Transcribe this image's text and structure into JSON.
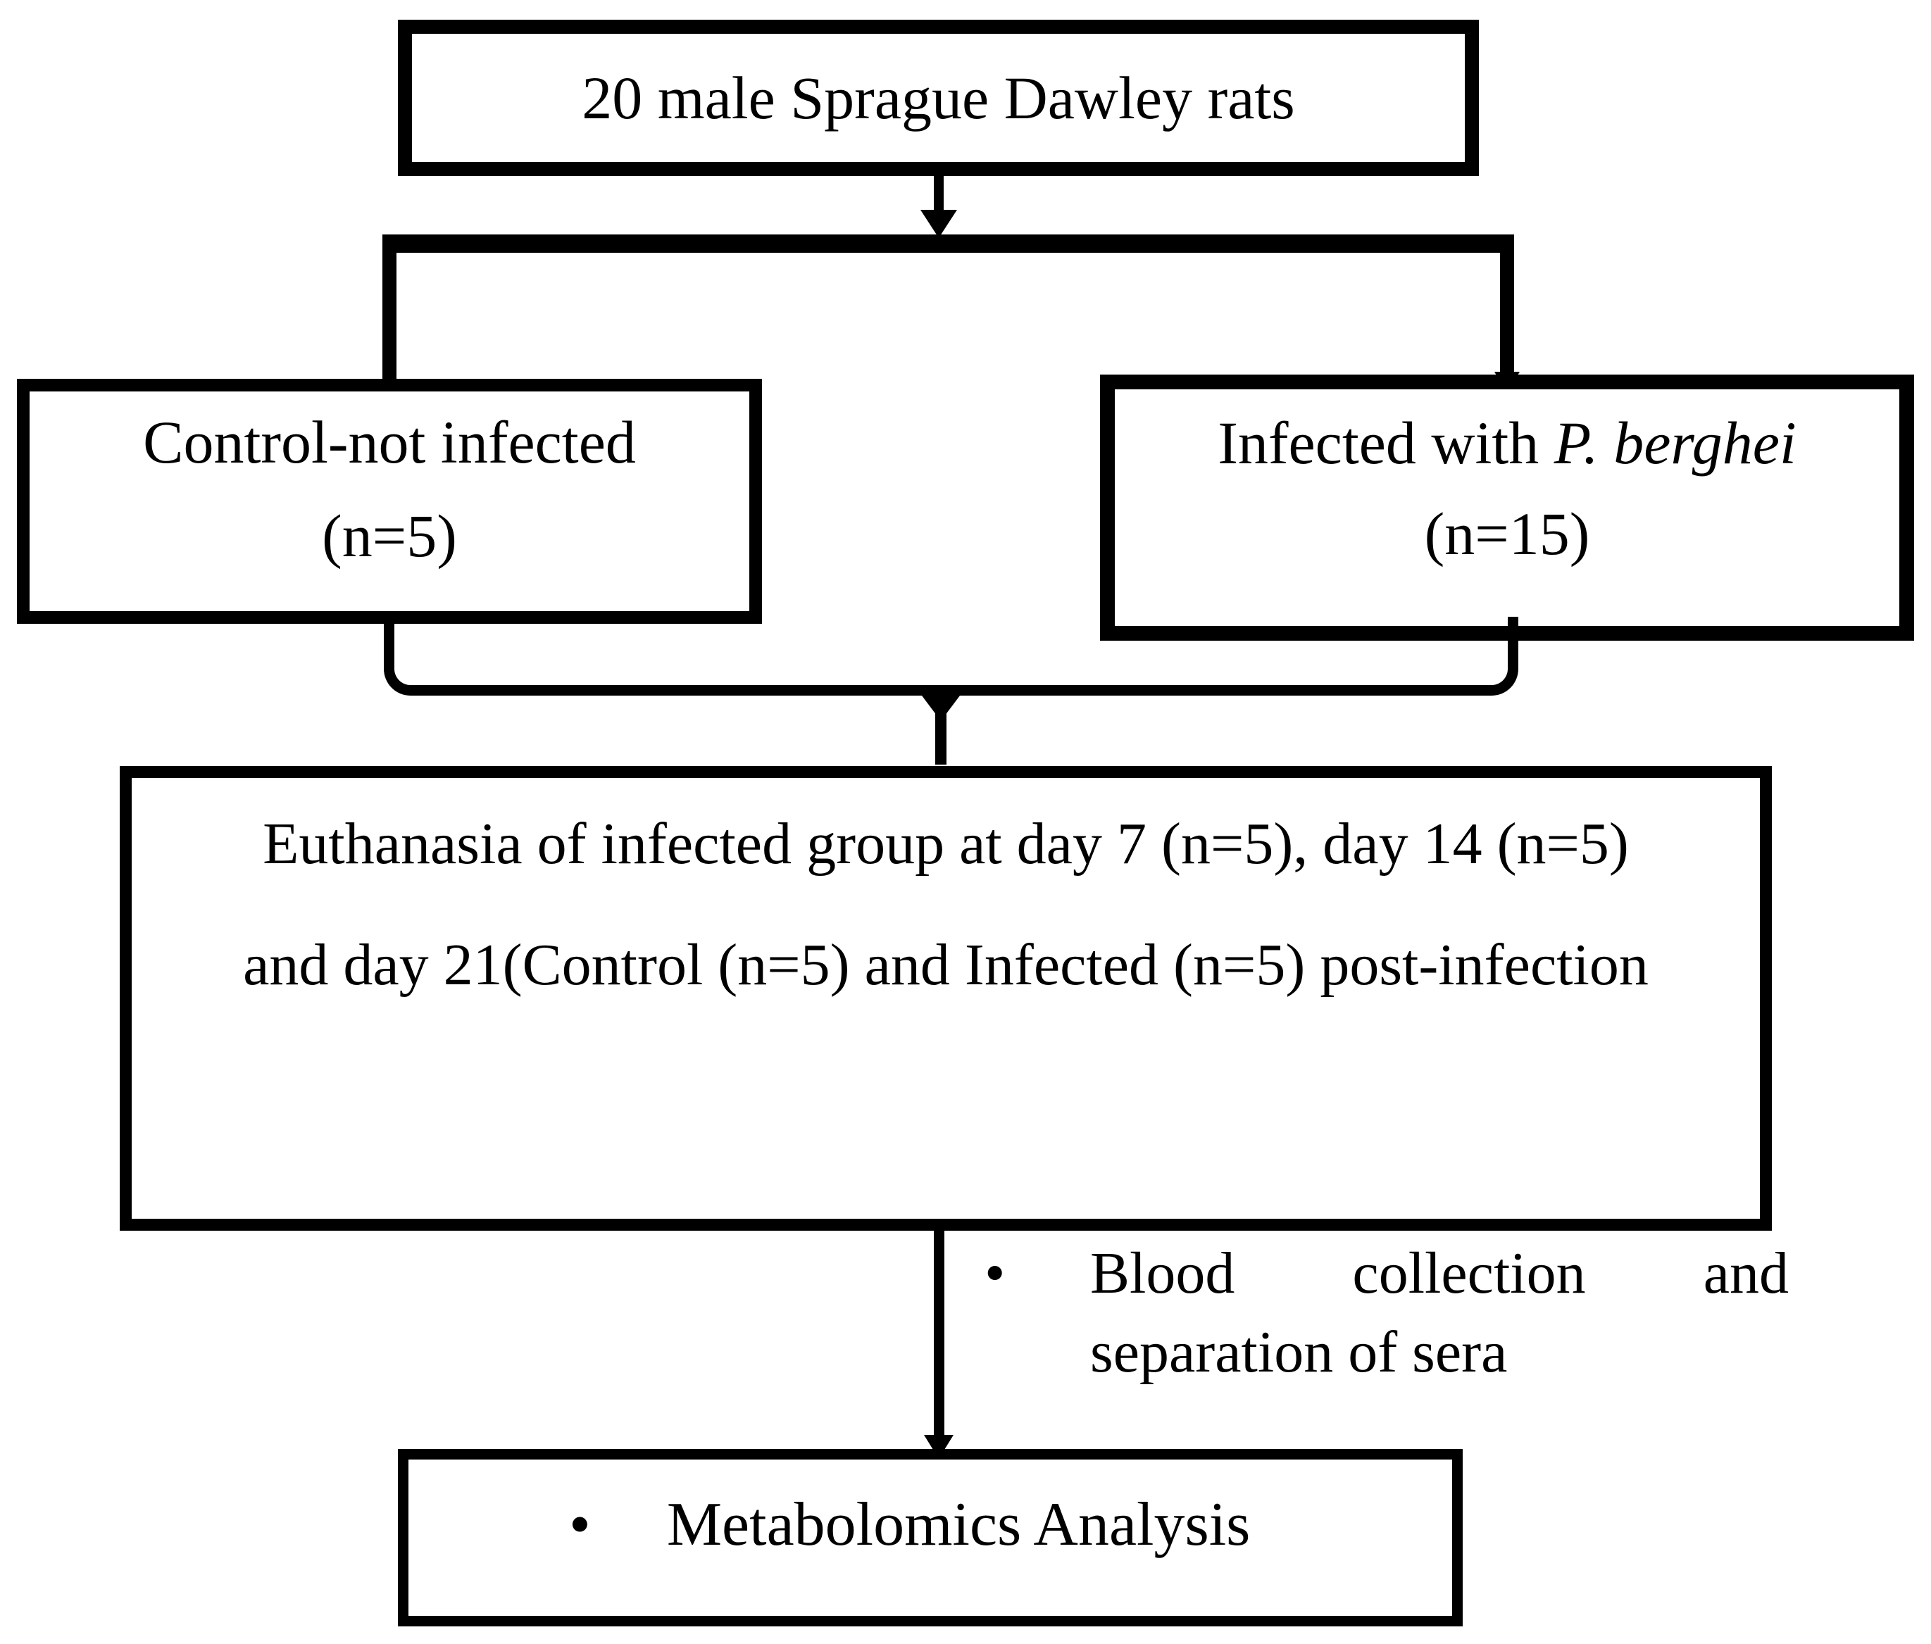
{
  "colors": {
    "ink": "#000000",
    "background": "#ffffff"
  },
  "flowchart": {
    "top_box": "20 male Sprague Dawley rats",
    "left_box": {
      "line1": "Control-not infected",
      "line2": "(n=5)"
    },
    "right_box": {
      "line1_regular": "Infected with ",
      "line1_italic": "P. berghei",
      "line2": "(n=15)"
    },
    "euthanasia_box": {
      "line1": "Euthanasia of infected group at day 7 (n=5), day 14 (n=5)",
      "line2": "and day 21(Control (n=5) and Infected (n=5) post-infection"
    },
    "blood_note": {
      "bullet": "•",
      "line1": "Blood collection and",
      "line2": "separation of sera"
    },
    "metabolomics_box": {
      "bullet": "•",
      "label": "Metabolomics Analysis"
    }
  }
}
